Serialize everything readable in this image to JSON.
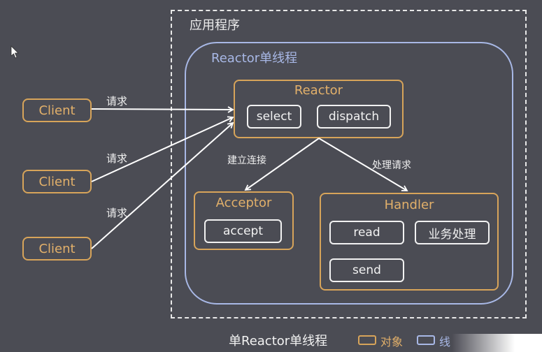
{
  "app_label": "应用程序",
  "thread_label": "Reactor单线程",
  "reactor": {
    "title": "Reactor",
    "select": "select",
    "dispatch": "dispatch"
  },
  "acceptor": {
    "title": "Acceptor",
    "accept": "accept"
  },
  "handler": {
    "title": "Handler",
    "read": "read",
    "business": "业务处理",
    "send": "send"
  },
  "clients": [
    {
      "label": "Client",
      "request": "请求"
    },
    {
      "label": "Client",
      "request": "请求"
    },
    {
      "label": "Client",
      "request": "请求"
    }
  ],
  "edges": {
    "to_acceptor": "建立连接",
    "to_handler": "处理请求"
  },
  "footer": {
    "caption": "单Reactor单线程",
    "legend_object": "对象",
    "legend_thread": "线"
  },
  "colors": {
    "object": "#d7a45a",
    "thread": "#a8b8e6",
    "background": "#4b4c54"
  },
  "icons": {
    "cursor": "mouse-pointer-icon"
  }
}
